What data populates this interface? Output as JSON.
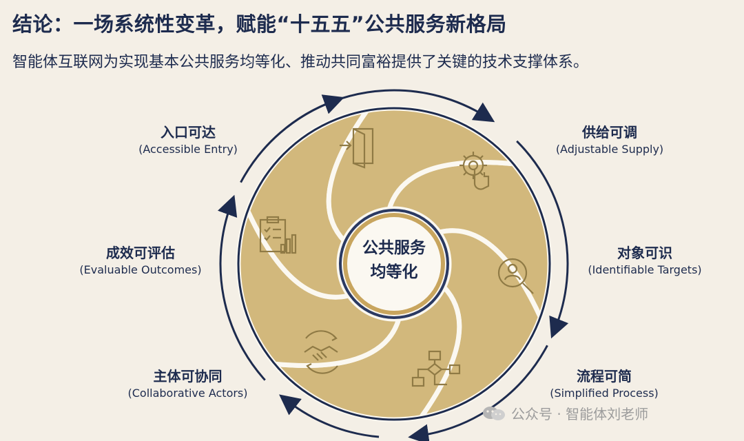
{
  "title": "结论：一场系统性变革，赋能“十五五”公共服务新格局",
  "subtitle": "智能体互联网为实现基本公共服务均等化、推动共同富裕提供了关键的技术支撑体系。",
  "center": {
    "line1": "公共服务",
    "line2": "均等化"
  },
  "segments": [
    {
      "zh": "入口可达",
      "en": "(Accessible Entry)",
      "icon": "door-enter-icon"
    },
    {
      "zh": "供给可调",
      "en": "(Adjustable Supply)",
      "icon": "gear-hand-icon"
    },
    {
      "zh": "对象可识",
      "en": "(Identifiable Targets)",
      "icon": "person-search-icon"
    },
    {
      "zh": "流程可简",
      "en": "(Simplified Process)",
      "icon": "flowchart-icon"
    },
    {
      "zh": "主体可协同",
      "en": "(Collaborative Actors)",
      "icon": "handshake-icon"
    },
    {
      "zh": "成效可评估",
      "en": "(Evaluable Outcomes)",
      "icon": "clipboard-chart-icon"
    }
  ],
  "watermark": "公众号 · 智能体刘老师",
  "colors": {
    "navy": "#1d2b4e",
    "gold": "#d2b87c",
    "background": "#f4efe6"
  }
}
